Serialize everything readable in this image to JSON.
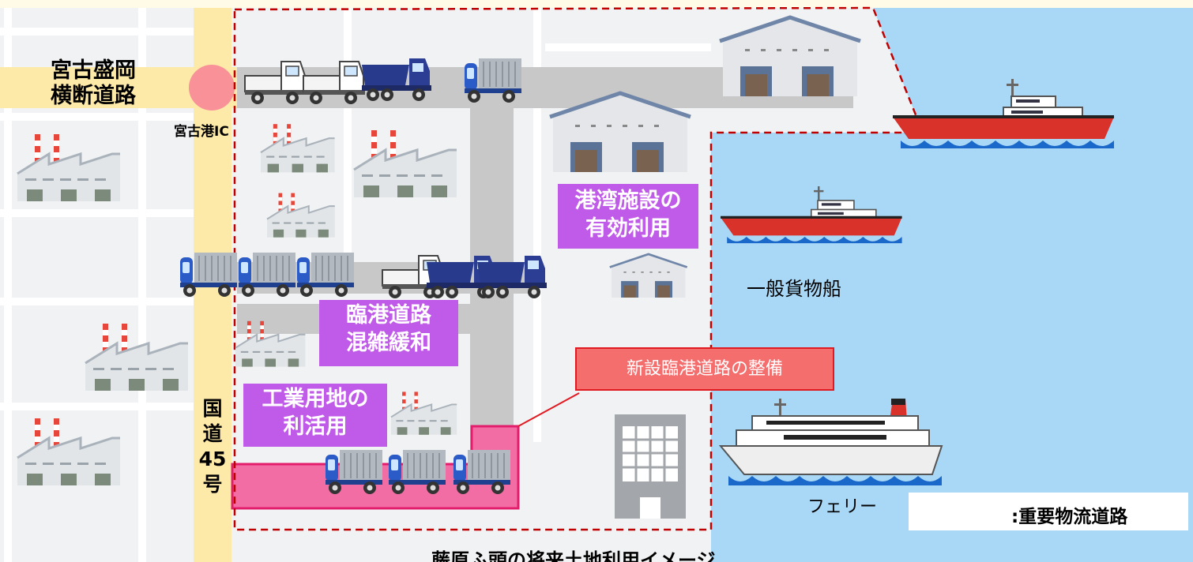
{
  "colors": {
    "background": "#fffbe6",
    "important_road": "#fde9a8",
    "sea": "#a9d8f7",
    "port_road": "#c8c8c8",
    "callout_purple": "#c05ae8",
    "new_road": "#f26da3",
    "boundary": "#c00000",
    "callout_red": "#f46e6e"
  },
  "roads": {
    "miyako_morioka": [
      "宮古盛岡",
      "横断道路"
    ],
    "interchange": "宮古港IC",
    "national_route": [
      "国",
      "道",
      "45",
      "号"
    ]
  },
  "callouts": {
    "port_facility": [
      "港湾施設の",
      "有効利用"
    ],
    "congestion": [
      "臨港道路",
      "混雑緩和"
    ],
    "industrial": [
      "工業用地の",
      "利活用"
    ],
    "new_road": "新設臨港道路の整備"
  },
  "ships": {
    "general_cargo": "一般貨物船",
    "ferry": "フェリー"
  },
  "legend": {
    "important_road_label": ":重要物流道路"
  },
  "caption": "藤原ふ頭の将来土地利用イメージ",
  "icons": [
    "factory-icon",
    "warehouse-icon",
    "office-building-icon",
    "dump-truck-icon",
    "cargo-truck-icon",
    "pickup-truck-icon",
    "cargo-ship-icon",
    "ferry-icon",
    "interchange-icon"
  ]
}
